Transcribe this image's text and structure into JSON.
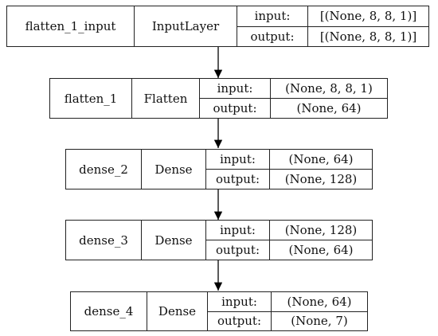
{
  "nodes": [
    {
      "id": "flatten_1_input",
      "name": "flatten_1_input",
      "type": "InputLayer",
      "input_label": "input:",
      "output_label": "output:",
      "input": "[(None, 8, 8, 1)]",
      "output": "[(None, 8, 8, 1)]"
    },
    {
      "id": "flatten_1",
      "name": "flatten_1",
      "type": "Flatten",
      "input_label": "input:",
      "output_label": "output:",
      "input": "(None, 8, 8, 1)",
      "output": "(None, 64)"
    },
    {
      "id": "dense_2",
      "name": "dense_2",
      "type": "Dense",
      "input_label": "input:",
      "output_label": "output:",
      "input": "(None, 64)",
      "output": "(None, 128)"
    },
    {
      "id": "dense_3",
      "name": "dense_3",
      "type": "Dense",
      "input_label": "input:",
      "output_label": "output:",
      "input": "(None, 128)",
      "output": "(None, 64)"
    },
    {
      "id": "dense_4",
      "name": "dense_4",
      "type": "Dense",
      "input_label": "input:",
      "output_label": "output:",
      "input": "(None, 64)",
      "output": "(None, 7)"
    }
  ],
  "edges": [
    {
      "from": "flatten_1_input",
      "to": "flatten_1"
    },
    {
      "from": "flatten_1",
      "to": "dense_2"
    },
    {
      "from": "dense_2",
      "to": "dense_3"
    },
    {
      "from": "dense_3",
      "to": "dense_4"
    }
  ]
}
